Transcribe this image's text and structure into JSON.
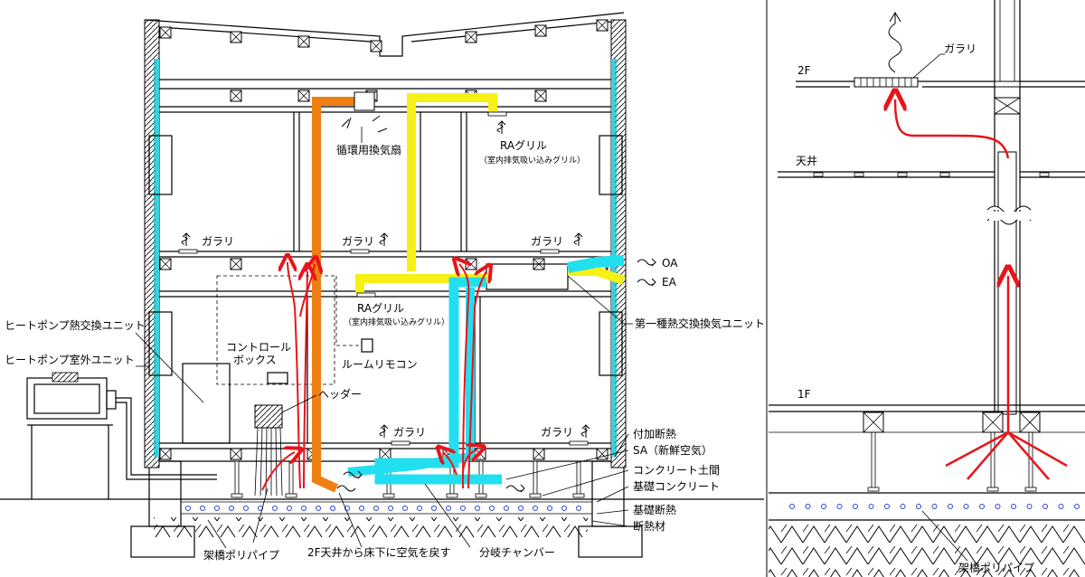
{
  "main_labels": {
    "heat_pump_hx_unit": "ヒートポンプ熱交換ユニット",
    "heat_pump_outdoor_unit": "ヒートポンプ室外ユニット",
    "circulation_fan": "循環用換気扇",
    "ra_grille_upper": "RAグリル",
    "ra_grille_upper_sub": "（室内排気吸い込みグリル）",
    "ra_grille_lower": "RAグリル",
    "ra_grille_lower_sub": "（室内排気吸い込みグリル）",
    "gallery_1": "ガラリ",
    "gallery_2": "ガラリ",
    "gallery_3": "ガラリ",
    "gallery_4": "ガラリ",
    "gallery_5": "ガラリ",
    "oa": "OA",
    "ea": "EA",
    "erv_unit": "第一種熱交換換気ユニット",
    "control_box_1": "コントロール",
    "control_box_2": "ボックス",
    "room_remote": "ルームリモコン",
    "header": "ヘッダー",
    "additional_insulation": "付加断熱",
    "sa": "SA（新鮮空気）",
    "concrete_dirt_floor": "コンクリート土間",
    "foundation_concrete": "基礎コンクリート",
    "foundation_insulation": "基礎断熱",
    "insulation_material": "断熱材",
    "pex_pipe": "架橋ポリパイプ",
    "return_air": "2F天井から床下に空気を戻す",
    "branch_chamber": "分岐チャンバー"
  },
  "detail_labels": {
    "floor_2f": "2F",
    "gallery": "ガラリ",
    "ceiling": "天井",
    "floor_1f": "1F",
    "pex_pipe": "架橋ポリパイプ"
  },
  "colors": {
    "supply_air": "#e8141b",
    "return_duct": "#f07f12",
    "exhaust_duct": "#f6f016",
    "fresh_air_duct": "#22dff0",
    "insulation": "#3fcfd9",
    "heating_pipe": "#2a3fd8"
  }
}
